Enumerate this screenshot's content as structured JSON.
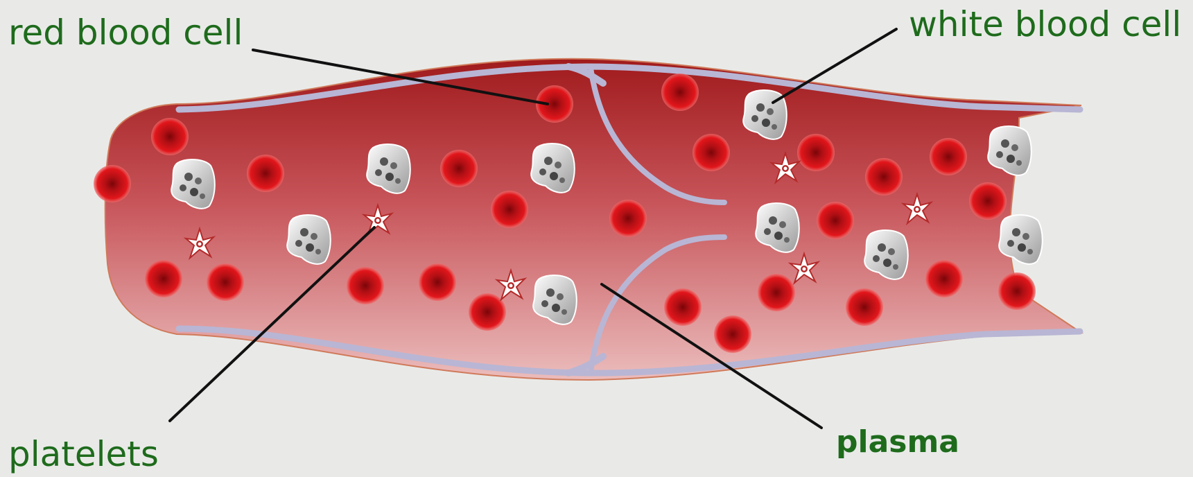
{
  "labels": {
    "red_blood_cell": "red blood cell",
    "white_blood_cell": "white blood cell",
    "platelets": "platelets",
    "plasma": "plasma"
  },
  "colors": {
    "background": "#e9eae8",
    "label_text": "#1e6b1c",
    "vessel_wall": "#b8b6d4",
    "red_blood_cell": "#cc1418",
    "leader_line": "#111111"
  }
}
